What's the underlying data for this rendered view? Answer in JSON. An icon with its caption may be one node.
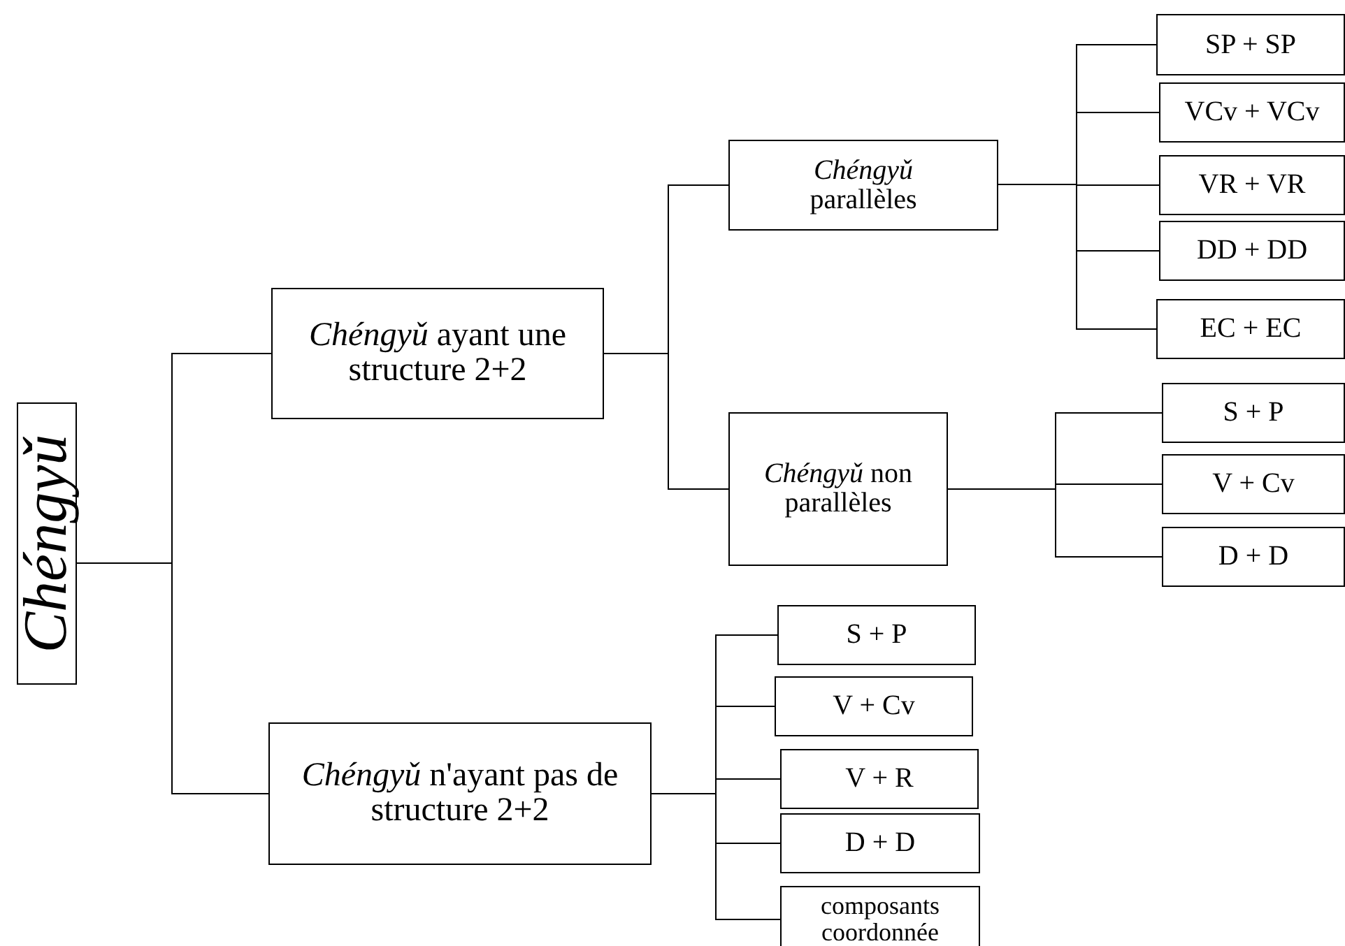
{
  "diagram": {
    "nodes": [
      {
        "text": [
          "Chéngyǔ"
        ]
      },
      {
        "text": [
          "*Chéngyǔ* ayant une structure 2+2"
        ]
      },
      {
        "text": [
          "*Chéngyǔ* n'ayant pas de structure 2+2"
        ]
      },
      {
        "text": [
          "*Chéngyǔ* parallèles"
        ]
      },
      {
        "text": [
          "*Chéngyǔ* non parallèles"
        ]
      },
      {
        "text": [
          "SP + SP"
        ]
      },
      {
        "text": [
          "VCv + VCv"
        ]
      },
      {
        "text": [
          "VR + VR"
        ]
      },
      {
        "text": [
          "DD + DD"
        ]
      },
      {
        "text": [
          "EC + EC"
        ]
      },
      {
        "text": [
          "S + P"
        ]
      },
      {
        "text": [
          "V + Cv"
        ]
      },
      {
        "text": [
          "D + D"
        ]
      },
      {
        "text": [
          "S + P"
        ]
      },
      {
        "text": [
          "V + Cv"
        ]
      },
      {
        "text": [
          "V + R"
        ]
      },
      {
        "text": [
          "D + D"
        ]
      },
      {
        "text": [
          "composants coordonnée"
        ]
      }
    ],
    "edges": [
      {
        "from": 0,
        "to": 1,
        "arrow": "none"
      },
      {
        "from": 0,
        "to": 2,
        "arrow": "none"
      },
      {
        "from": 1,
        "to": 3,
        "arrow": "none"
      },
      {
        "from": 1,
        "to": 4,
        "arrow": "none"
      },
      {
        "from": 3,
        "to": 5,
        "arrow": "none"
      },
      {
        "from": 3,
        "to": 6,
        "arrow": "none"
      },
      {
        "from": 3,
        "to": 7,
        "arrow": "none"
      },
      {
        "from": 3,
        "to": 8,
        "arrow": "none"
      },
      {
        "from": 3,
        "to": 9,
        "arrow": "none"
      },
      {
        "from": 4,
        "to": 10,
        "arrow": "none"
      },
      {
        "from": 4,
        "to": 11,
        "arrow": "none"
      },
      {
        "from": 4,
        "to": 12,
        "arrow": "none"
      },
      {
        "from": 2,
        "to": 13,
        "arrow": "none"
      },
      {
        "from": 2,
        "to": 14,
        "arrow": "none"
      },
      {
        "from": 2,
        "to": 15,
        "arrow": "none"
      },
      {
        "from": 2,
        "to": 16,
        "arrow": "none"
      },
      {
        "from": 2,
        "to": 17,
        "arrow": "none"
      }
    ]
  }
}
